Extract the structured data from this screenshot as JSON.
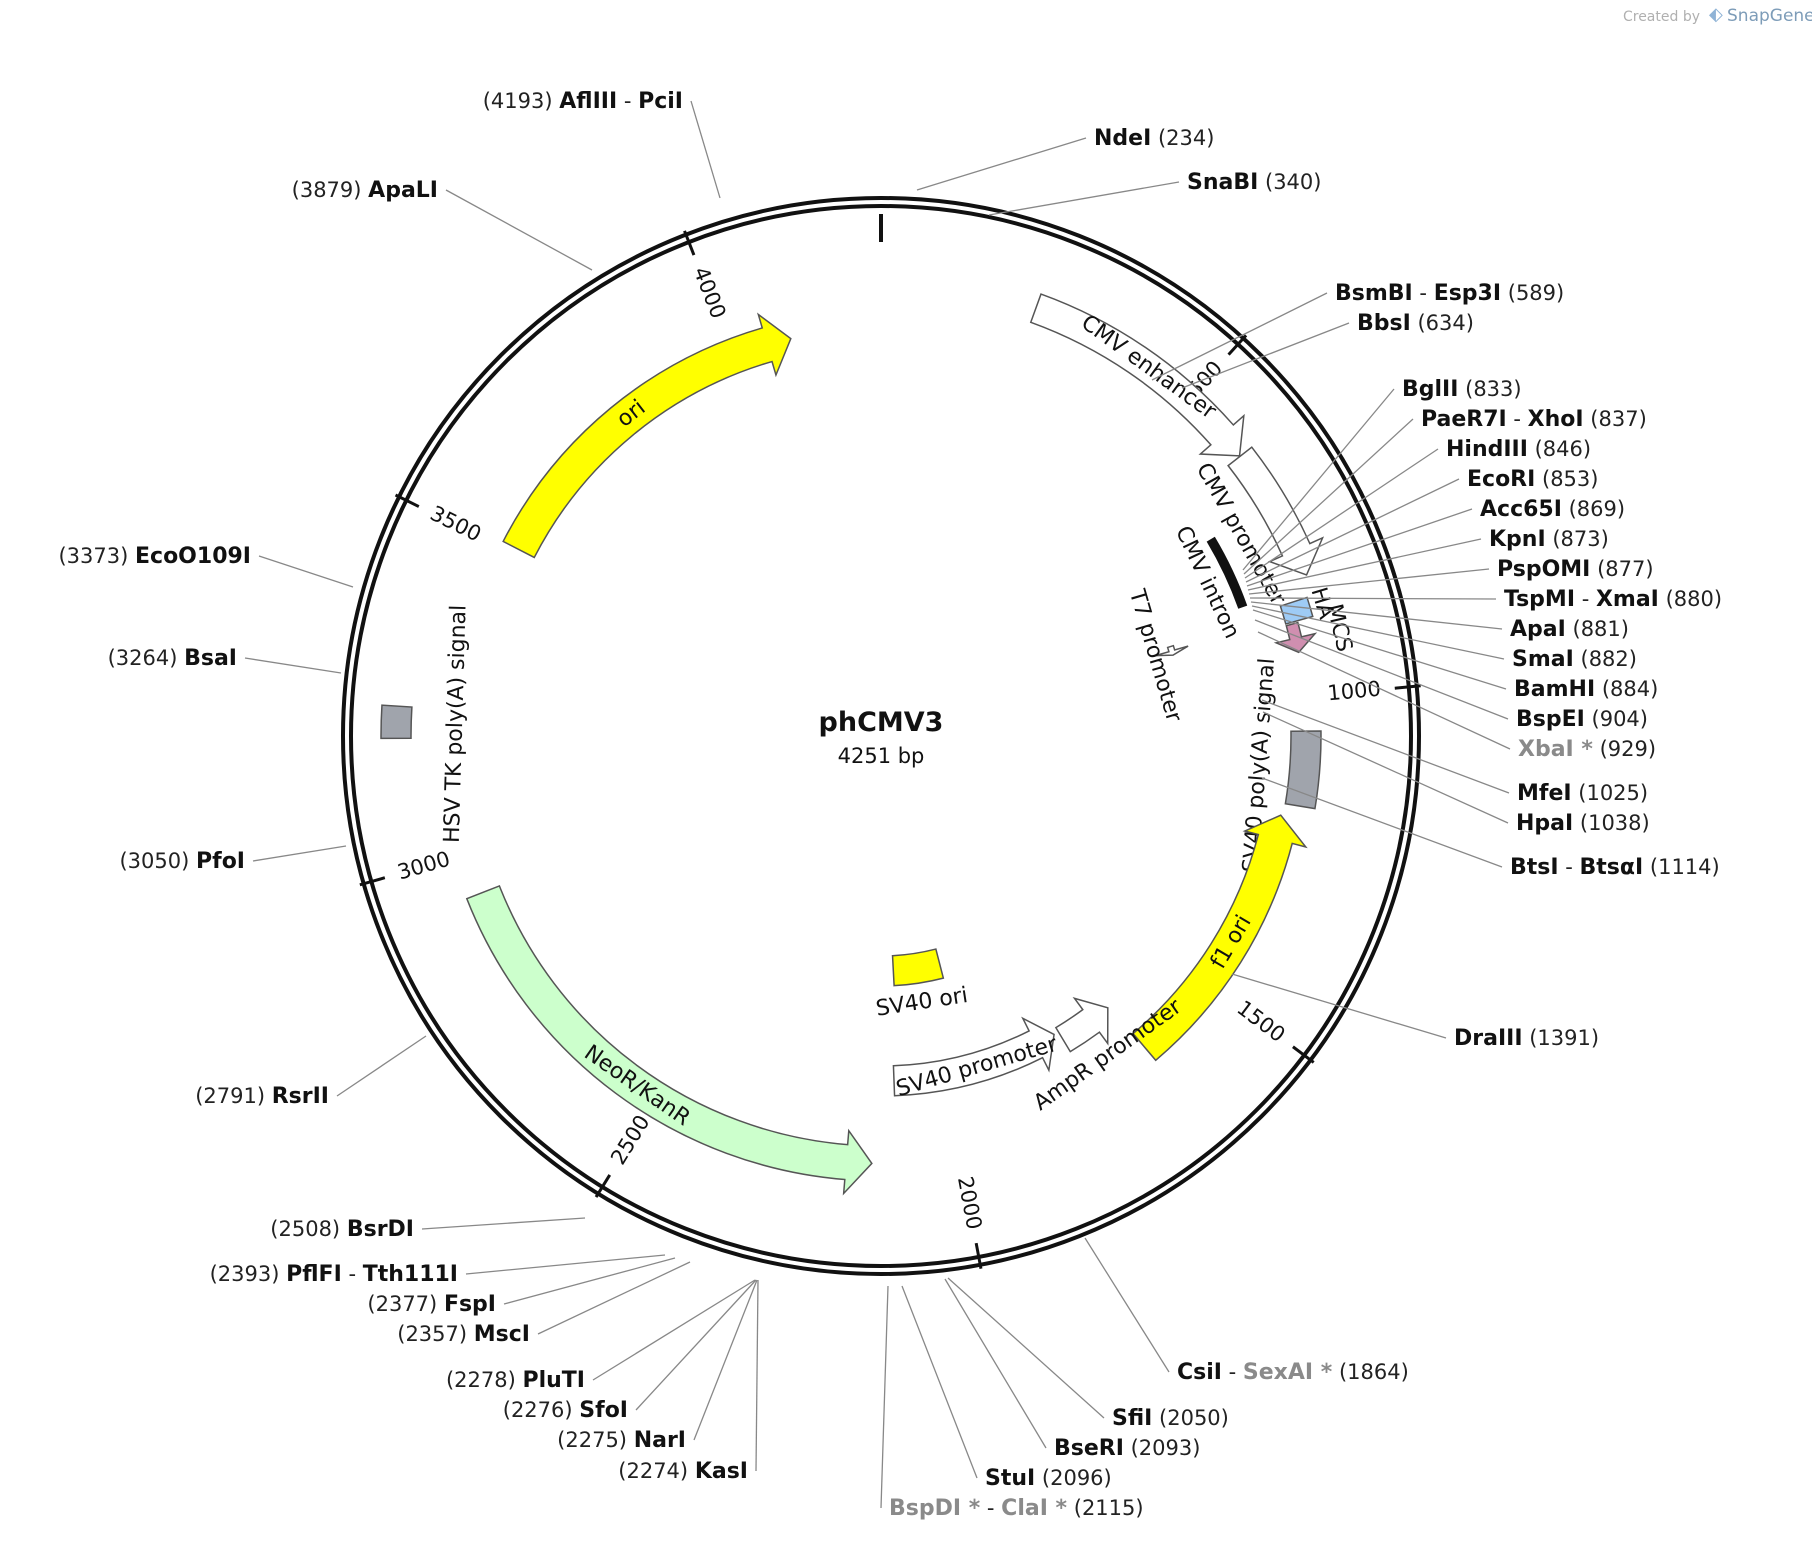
{
  "credit": {
    "created_by": "Created by",
    "brand": "SnapGene"
  },
  "plasmid": {
    "name": "phCMV3",
    "size_label": "4251 bp",
    "length": 4251
  },
  "ticks": [
    "500",
    "1000",
    "1500",
    "2000",
    "2500",
    "3000",
    "3500",
    "4000"
  ],
  "features": [
    {
      "label": "CMV enhancer",
      "start": 235,
      "end": 614,
      "strand": "+",
      "color": "#ffffff",
      "kind": "arrow"
    },
    {
      "label": "CMV promoter",
      "start": 615,
      "end": 818,
      "strand": "+",
      "color": "#ffffff",
      "kind": "arrow"
    },
    {
      "label": "CMV intron",
      "start": 700,
      "end": 830,
      "strand": "none",
      "color": "#111111",
      "kind": "bar"
    },
    {
      "label": "HA",
      "start": 850,
      "end": 880,
      "strand": "none",
      "color": "#9ecbf5",
      "kind": "box"
    },
    {
      "label": "MCS",
      "start": 883,
      "end": 929,
      "strand": "+",
      "color": "#d08fb0",
      "kind": "arrow"
    },
    {
      "label": "T7 promoter",
      "start": 860,
      "end": 880,
      "strand": "+",
      "color": "#ffffff",
      "kind": "arrow"
    },
    {
      "label": "SV40 poly(A) signal",
      "start": 1055,
      "end": 1175,
      "strand": "none",
      "color": "#a0a4ac",
      "kind": "box"
    },
    {
      "label": "f1 ori",
      "start": 1195,
      "end": 1650,
      "strand": "-",
      "color": "#ffff00",
      "kind": "arrow"
    },
    {
      "label": "AmpR promoter",
      "start": 1655,
      "end": 1760,
      "strand": "-",
      "color": "#ffffff",
      "kind": "arrow"
    },
    {
      "label": "SV40 promoter",
      "start": 1770,
      "end": 2100,
      "strand": "-",
      "color": "#ffffff",
      "kind": "arrow"
    },
    {
      "label": "SV40 ori",
      "start": 1955,
      "end": 2090,
      "strand": "none",
      "color": "#ffff00",
      "kind": "box"
    },
    {
      "label": "NeoR/KanR",
      "start": 2140,
      "end": 2935,
      "strand": "-",
      "color": "#ccffcc",
      "kind": "arrow"
    },
    {
      "label": "HSV TK poly(A) signal",
      "start": 3185,
      "end": 3230,
      "strand": "none",
      "color": "#a0a4ac",
      "kind": "box"
    },
    {
      "label": "ori",
      "start": 3510,
      "end": 4100,
      "strand": "+",
      "color": "#ffff00",
      "kind": "arrow"
    }
  ],
  "sites": [
    {
      "pre": "(4193)",
      "names": [
        "AflIII",
        "PciI"
      ],
      "pos": "",
      "nonunique": [
        false,
        false
      ]
    },
    {
      "pre": "",
      "names": [
        "NdeI"
      ],
      "pos": "(234)",
      "nonunique": [
        false
      ]
    },
    {
      "pre": "",
      "names": [
        "SnaBI"
      ],
      "pos": "(340)",
      "nonunique": [
        false
      ]
    },
    {
      "pre": "",
      "names": [
        "BsmBI",
        "Esp3I"
      ],
      "pos": "(589)",
      "nonunique": [
        false,
        false
      ]
    },
    {
      "pre": "",
      "names": [
        "BbsI"
      ],
      "pos": "(634)",
      "nonunique": [
        false
      ]
    },
    {
      "pre": "",
      "names": [
        "BglII"
      ],
      "pos": "(833)",
      "nonunique": [
        false
      ]
    },
    {
      "pre": "",
      "names": [
        "PaeR7I",
        "XhoI"
      ],
      "pos": "(837)",
      "nonunique": [
        false,
        false
      ]
    },
    {
      "pre": "",
      "names": [
        "HindIII"
      ],
      "pos": "(846)",
      "nonunique": [
        false
      ]
    },
    {
      "pre": "",
      "names": [
        "EcoRI"
      ],
      "pos": "(853)",
      "nonunique": [
        false
      ]
    },
    {
      "pre": "",
      "names": [
        "Acc65I"
      ],
      "pos": "(869)",
      "nonunique": [
        false
      ]
    },
    {
      "pre": "",
      "names": [
        "KpnI"
      ],
      "pos": "(873)",
      "nonunique": [
        false
      ]
    },
    {
      "pre": "",
      "names": [
        "PspOMI"
      ],
      "pos": "(877)",
      "nonunique": [
        false
      ]
    },
    {
      "pre": "",
      "names": [
        "TspMI",
        "XmaI"
      ],
      "pos": "(880)",
      "nonunique": [
        false,
        false
      ]
    },
    {
      "pre": "",
      "names": [
        "ApaI"
      ],
      "pos": "(881)",
      "nonunique": [
        false
      ]
    },
    {
      "pre": "",
      "names": [
        "SmaI"
      ],
      "pos": "(882)",
      "nonunique": [
        false
      ]
    },
    {
      "pre": "",
      "names": [
        "BamHI"
      ],
      "pos": "(884)",
      "nonunique": [
        false
      ]
    },
    {
      "pre": "",
      "names": [
        "BspEI"
      ],
      "pos": "(904)",
      "nonunique": [
        false
      ]
    },
    {
      "pre": "",
      "names": [
        "XbaI *"
      ],
      "pos": "(929)",
      "nonunique": [
        true
      ]
    },
    {
      "pre": "",
      "names": [
        "MfeI"
      ],
      "pos": "(1025)",
      "nonunique": [
        false
      ]
    },
    {
      "pre": "",
      "names": [
        "HpaI"
      ],
      "pos": "(1038)",
      "nonunique": [
        false
      ]
    },
    {
      "pre": "",
      "names": [
        "BtsI",
        "BtsαI"
      ],
      "pos": "(1114)",
      "nonunique": [
        false,
        false
      ]
    },
    {
      "pre": "",
      "names": [
        "DraIII"
      ],
      "pos": "(1391)",
      "nonunique": [
        false
      ]
    },
    {
      "pre": "",
      "names": [
        "CsiI",
        "SexAI *"
      ],
      "pos": "(1864)",
      "nonunique": [
        false,
        true
      ]
    },
    {
      "pre": "",
      "names": [
        "SfiI"
      ],
      "pos": "(2050)",
      "nonunique": [
        false
      ]
    },
    {
      "pre": "",
      "names": [
        "BseRI"
      ],
      "pos": "(2093)",
      "nonunique": [
        false
      ]
    },
    {
      "pre": "",
      "names": [
        "StuI"
      ],
      "pos": "(2096)",
      "nonunique": [
        false
      ]
    },
    {
      "pre": "",
      "names": [
        "BspDI *",
        "ClaI *"
      ],
      "pos": "(2115)",
      "nonunique": [
        true,
        true
      ]
    },
    {
      "pre": "(2274)",
      "names": [
        "KasI"
      ],
      "pos": "",
      "nonunique": [
        false
      ]
    },
    {
      "pre": "(2275)",
      "names": [
        "NarI"
      ],
      "pos": "",
      "nonunique": [
        false
      ]
    },
    {
      "pre": "(2276)",
      "names": [
        "SfoI"
      ],
      "pos": "",
      "nonunique": [
        false
      ]
    },
    {
      "pre": "(2278)",
      "names": [
        "PluTI"
      ],
      "pos": "",
      "nonunique": [
        false
      ]
    },
    {
      "pre": "(2357)",
      "names": [
        "MscI"
      ],
      "pos": "",
      "nonunique": [
        false
      ]
    },
    {
      "pre": "(2377)",
      "names": [
        "FspI"
      ],
      "pos": "",
      "nonunique": [
        false
      ]
    },
    {
      "pre": "(2393)",
      "names": [
        "PflFI",
        "Tth111I"
      ],
      "pos": "",
      "nonunique": [
        false,
        false
      ]
    },
    {
      "pre": "(2508)",
      "names": [
        "BsrDI"
      ],
      "pos": "",
      "nonunique": [
        false
      ]
    },
    {
      "pre": "(2791)",
      "names": [
        "RsrII"
      ],
      "pos": "",
      "nonunique": [
        false
      ]
    },
    {
      "pre": "(3050)",
      "names": [
        "PfoI"
      ],
      "pos": "",
      "nonunique": [
        false
      ]
    },
    {
      "pre": "(3264)",
      "names": [
        "BsaI"
      ],
      "pos": "",
      "nonunique": [
        false
      ]
    },
    {
      "pre": "(3373)",
      "names": [
        "EcoO109I"
      ],
      "pos": "",
      "nonunique": [
        false
      ]
    },
    {
      "pre": "(3879)",
      "names": [
        "ApaLI"
      ],
      "pos": "",
      "nonunique": [
        false
      ]
    }
  ]
}
